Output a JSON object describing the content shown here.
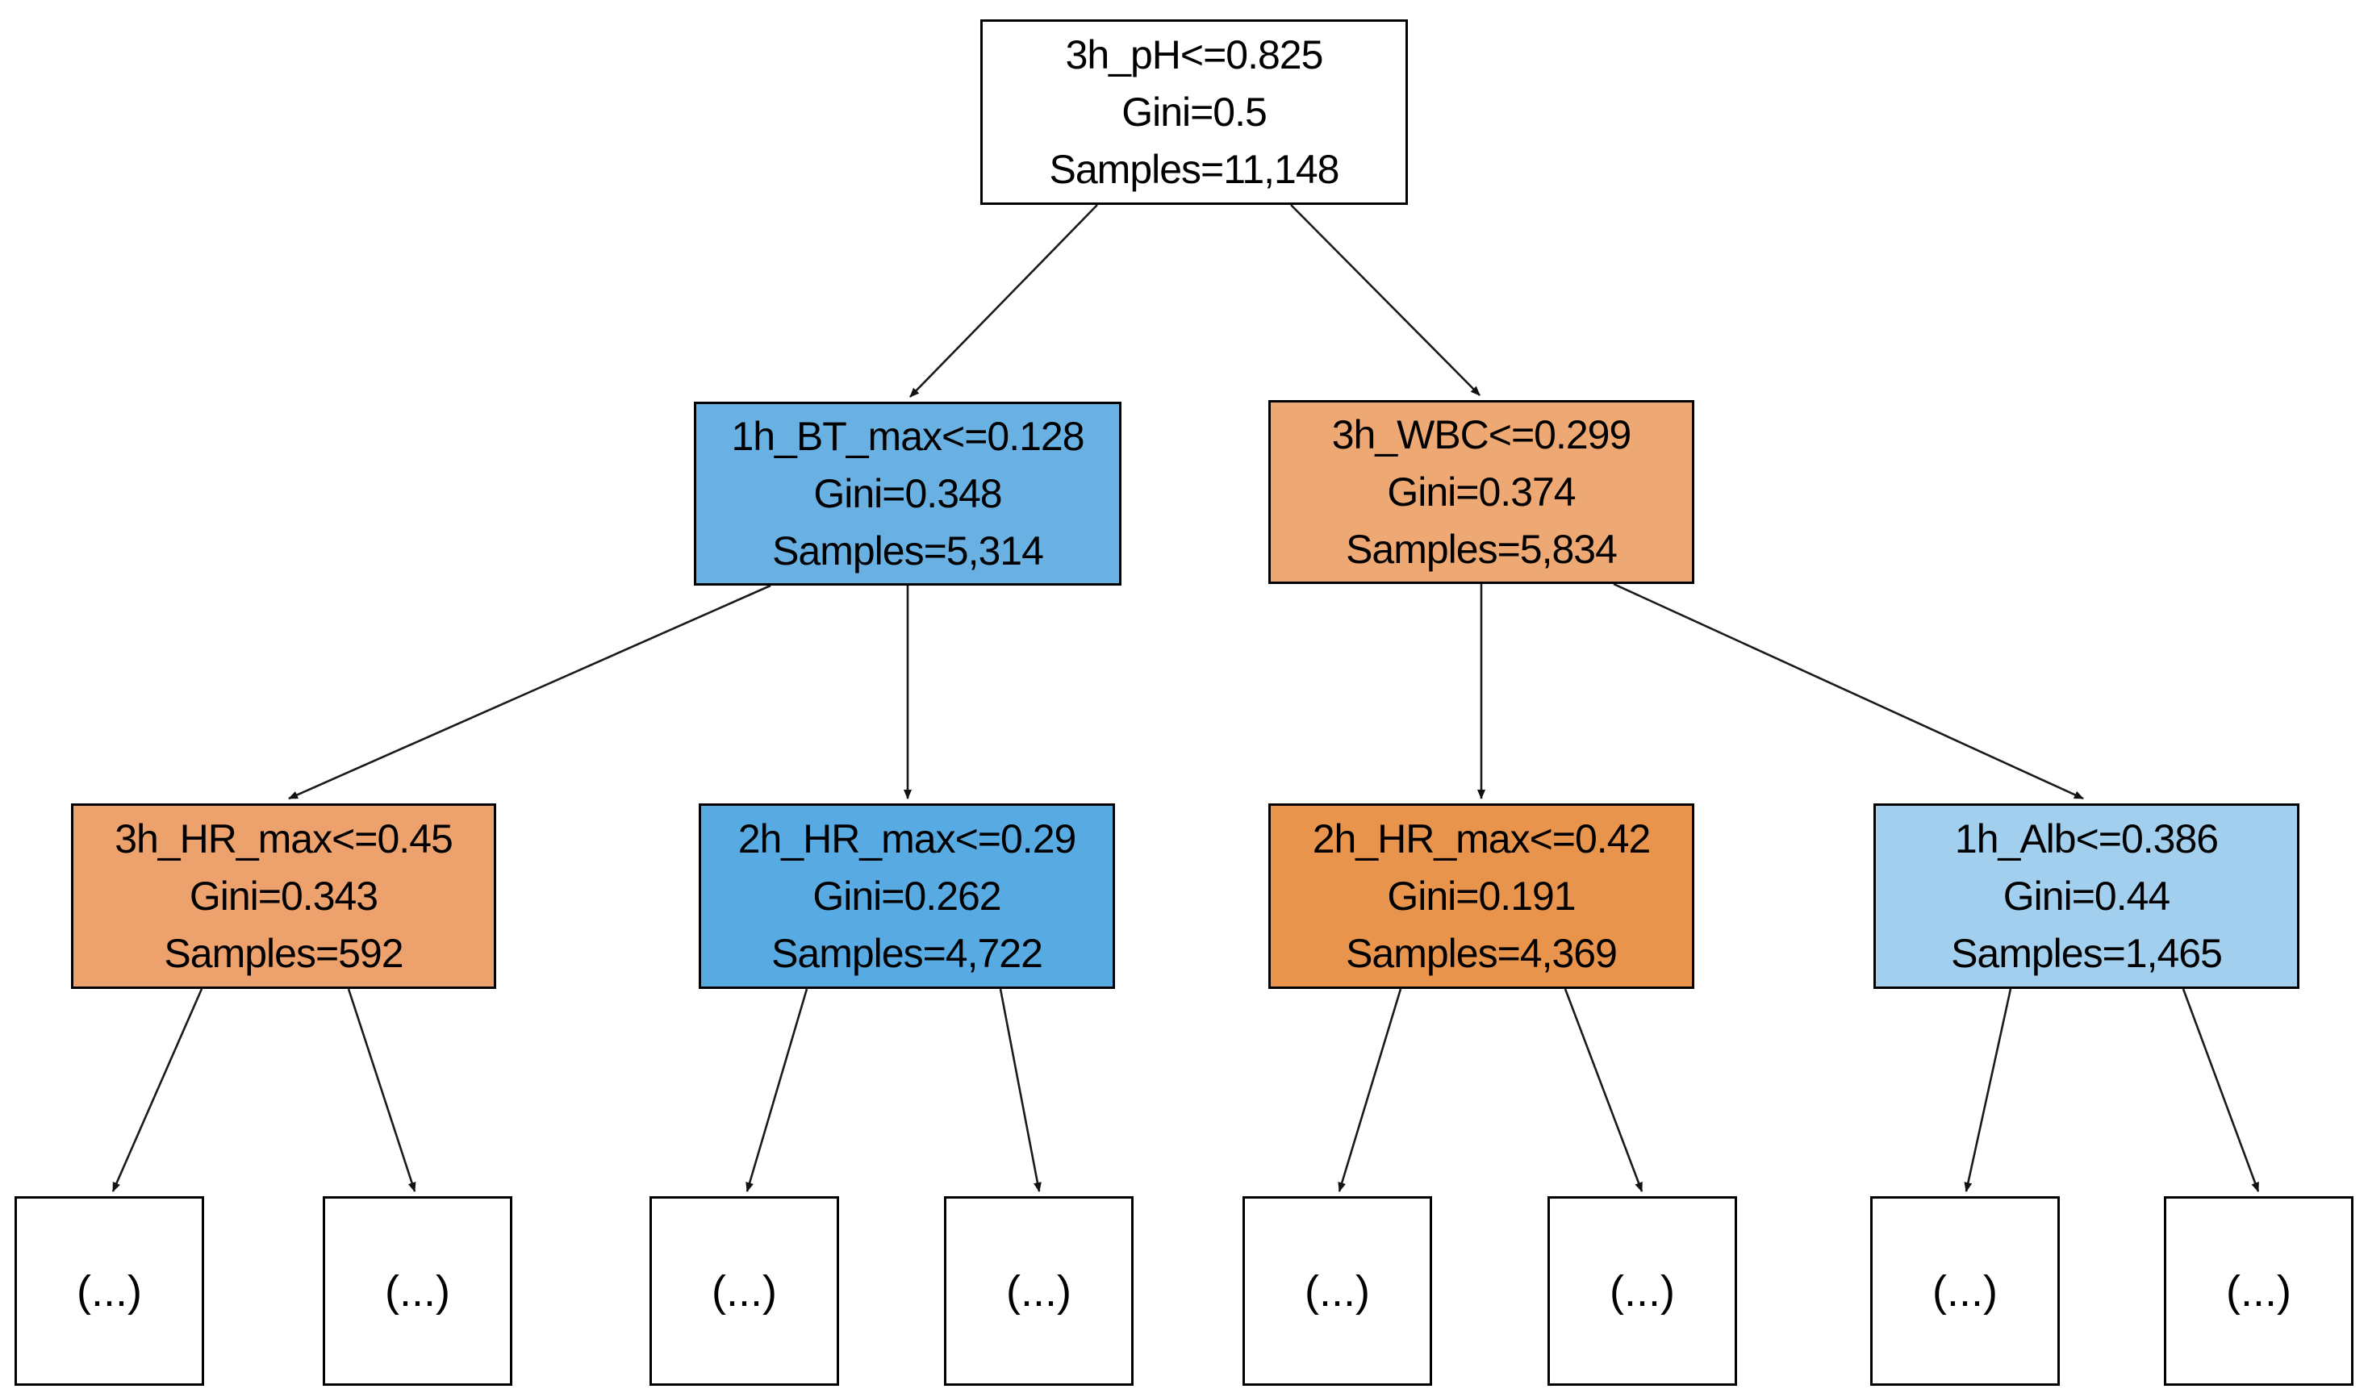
{
  "diagram": {
    "type": "decision-tree",
    "colors": {
      "node_border": "#000000",
      "edge": "#1a1a1a",
      "root_fill": "#ffffff",
      "leaf_fill": "#ffffff"
    },
    "nodes": {
      "root": {
        "condition": "3h_pH<=0.825",
        "gini": "Gini=0.5",
        "samples": "Samples=11,148",
        "fill": "#ffffff"
      },
      "n2l": {
        "condition": "1h_BT_max<=0.128",
        "gini": "Gini=0.348",
        "samples": "Samples=5,314",
        "fill": "#6ab1e3"
      },
      "n2r": {
        "condition": "3h_WBC<=0.299",
        "gini": "Gini=0.374",
        "samples": "Samples=5,834",
        "fill": "#eda873"
      },
      "n3a": {
        "condition": "3h_HR_max<=0.45",
        "gini": "Gini=0.343",
        "samples": "Samples=592",
        "fill": "#eda26e"
      },
      "n3b": {
        "condition": "2h_HR_max<=0.29",
        "gini": "Gini=0.262",
        "samples": "Samples=4,722",
        "fill": "#58abe2"
      },
      "n3c": {
        "condition": "2h_HR_max<=0.42",
        "gini": "Gini=0.191",
        "samples": "Samples=4,369",
        "fill": "#e8944d"
      },
      "n3d": {
        "condition": "1h_Alb<=0.386",
        "gini": "Gini=0.44",
        "samples": "Samples=1,465",
        "fill": "#a2cfee"
      }
    },
    "leaves": [
      "(...)",
      "(...)",
      "(...)",
      "(...)",
      "(...)",
      "(...)",
      "(...)",
      "(...)"
    ],
    "edges": [
      {
        "from": "root",
        "to": "n2l"
      },
      {
        "from": "root",
        "to": "n2r"
      },
      {
        "from": "n2l",
        "to": "n3a"
      },
      {
        "from": "n2l",
        "to": "n3b"
      },
      {
        "from": "n2r",
        "to": "n3c"
      },
      {
        "from": "n2r",
        "to": "n3d"
      },
      {
        "from": "n3a",
        "to": "leaf1"
      },
      {
        "from": "n3a",
        "to": "leaf2"
      },
      {
        "from": "n3b",
        "to": "leaf3"
      },
      {
        "from": "n3b",
        "to": "leaf4"
      },
      {
        "from": "n3c",
        "to": "leaf5"
      },
      {
        "from": "n3c",
        "to": "leaf6"
      },
      {
        "from": "n3d",
        "to": "leaf7"
      },
      {
        "from": "n3d",
        "to": "leaf8"
      }
    ]
  }
}
